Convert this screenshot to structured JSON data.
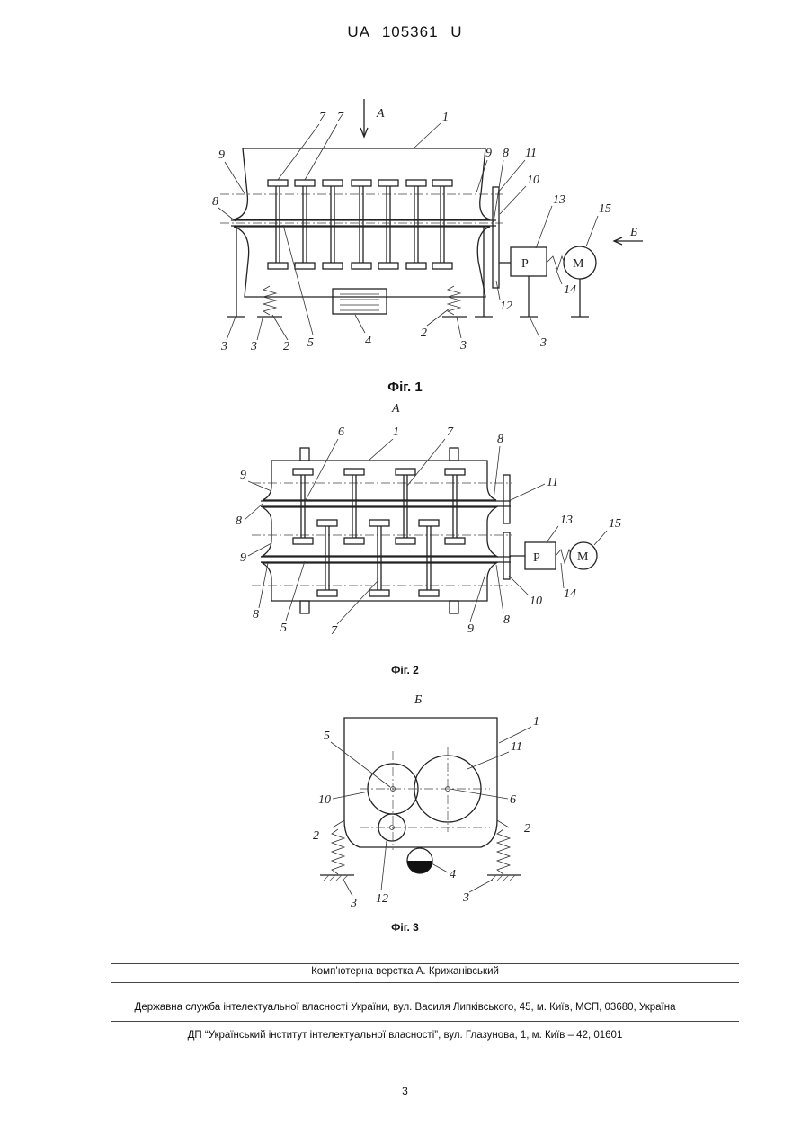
{
  "header": {
    "patent_number": "UA   105361   U"
  },
  "figures": {
    "fig1": {
      "caption": "Фіг. 1",
      "view_arrow_a": "A",
      "view_arrow_b": "Б",
      "motor": "M",
      "reducer": "P",
      "labels": [
        "1",
        "7",
        "7",
        "9",
        "8",
        "9",
        "8",
        "11",
        "10",
        "13",
        "15",
        "3",
        "3",
        "2",
        "5",
        "4",
        "2",
        "3",
        "12",
        "14",
        "3"
      ]
    },
    "fig2": {
      "caption": "Фіг. 2",
      "view_title": "A",
      "motor": "M",
      "reducer": "P",
      "labels": [
        "6",
        "1",
        "7",
        "8",
        "9",
        "11",
        "8",
        "13",
        "15",
        "9",
        "14",
        "8",
        "10",
        "5",
        "7",
        "9",
        "8"
      ]
    },
    "fig3": {
      "caption": "Фіг. 3",
      "view_title": "Б",
      "labels": [
        "5",
        "1",
        "11",
        "10",
        "6",
        "2",
        "2",
        "4",
        "12",
        "3",
        "3"
      ]
    }
  },
  "footer": {
    "layout_credit": "Комп’ютерна верстка А. Крижанівський",
    "service": "Державна служба інтелектуальної власності України, вул. Василя Липківського, 45, м. Київ, МСП, 03680, Україна",
    "institute": "ДП “Український інститут інтелектуальної власності”, вул. Глазунова, 1, м. Київ – 42, 01601",
    "page_number": "3"
  }
}
